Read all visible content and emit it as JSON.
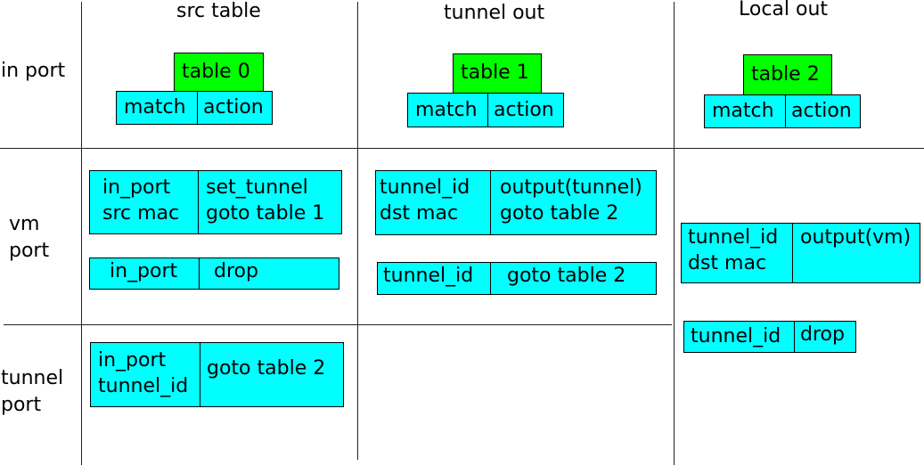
{
  "columns": {
    "src": "src table",
    "tunnel_out": "tunnel out",
    "local_out": "Local out"
  },
  "rows": {
    "in_port": "in port",
    "vm_port": [
      "vm",
      "port"
    ],
    "tunnel_port": [
      "tunnel",
      "port"
    ]
  },
  "tables": [
    {
      "name": "table 0",
      "match": "match",
      "action": "action"
    },
    {
      "name": "table 1",
      "match": "match",
      "action": "action"
    },
    {
      "name": "table 2",
      "match": "match",
      "action": "action"
    }
  ],
  "rules": {
    "src_vm_1": {
      "match": [
        "in_port",
        "src mac"
      ],
      "action": [
        "set_tunnel",
        "goto table 1"
      ]
    },
    "src_vm_2": {
      "match": [
        "in_port"
      ],
      "action": [
        "drop"
      ]
    },
    "src_tunnel": {
      "match": [
        "in_port",
        "tunnel_id"
      ],
      "action": [
        "goto table 2"
      ]
    },
    "tout_1": {
      "match": [
        "tunnel_id",
        "dst mac"
      ],
      "action": [
        "output(tunnel)",
        "goto table 2"
      ]
    },
    "tout_2": {
      "match": [
        "tunnel_id"
      ],
      "action": [
        "goto table 2"
      ]
    },
    "local_1": {
      "match": [
        "tunnel_id",
        "dst mac"
      ],
      "action": [
        "output(vm)"
      ]
    },
    "local_2": {
      "match": [
        "tunnel_id"
      ],
      "action": [
        "drop"
      ]
    }
  },
  "colors": {
    "rule_fill": "#00ffff",
    "table_fill": "#00ff00"
  }
}
